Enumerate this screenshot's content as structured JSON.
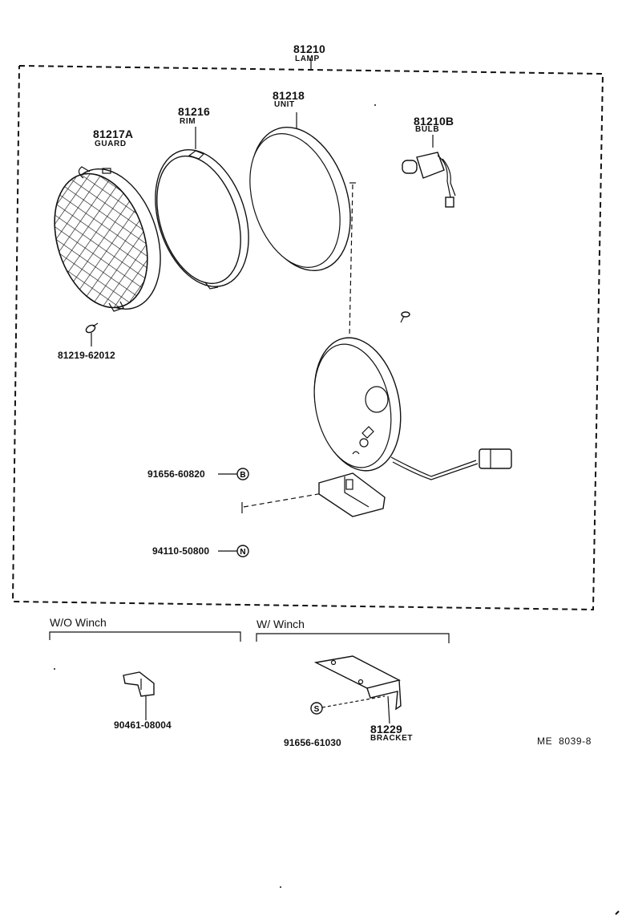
{
  "assembly": {
    "number": "81210",
    "name": "LAMP"
  },
  "parts": [
    {
      "id": "guard",
      "number": "81217A",
      "name": "GUARD"
    },
    {
      "id": "rim",
      "number": "81216",
      "name": "RIM"
    },
    {
      "id": "unit",
      "number": "81218",
      "name": "UNIT"
    },
    {
      "id": "bulb",
      "number": "81210B",
      "name": "BULB"
    },
    {
      "id": "bracket",
      "number": "81229",
      "name": "BRACKET"
    }
  ],
  "part_numbers": {
    "screw": "81219-62012",
    "bolt_b": "91656-60820",
    "nut_n": "94110-50800",
    "clip": "90461-08004",
    "bolt_s": "91656-61030"
  },
  "symbols": {
    "b": "B",
    "n": "N",
    "s": "S"
  },
  "groups": {
    "without_winch": "W/O Winch",
    "with_winch": "W/ Winch"
  },
  "diagram_code": "ME  8039-8"
}
